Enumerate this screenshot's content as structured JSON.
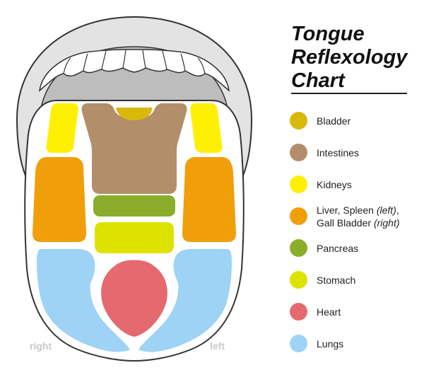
{
  "title": {
    "line1": "Tongue",
    "line2": "Reflexology",
    "line3": "Chart"
  },
  "side_labels": {
    "right": "right",
    "left": "left"
  },
  "legend": [
    {
      "label": "Bladder",
      "color": "#d8b80a"
    },
    {
      "label": "Intestines",
      "color": "#b28e6b"
    },
    {
      "label": "Kidneys",
      "color": "#fdf003"
    },
    {
      "label_line1_a": "Liver, Spleen ",
      "label_line1_b": "(left)",
      "label_line1_c": ",",
      "label_line2_a": "Gall Bladder ",
      "label_line2_b": "(right)",
      "color": "#f19e0b"
    },
    {
      "label": "Pancreas",
      "color": "#8aae2b"
    },
    {
      "label": "Stomach",
      "color": "#dee200"
    },
    {
      "label": "Heart",
      "color": "#e56a70"
    },
    {
      "label": "Lungs",
      "color": "#9fd3f5"
    }
  ],
  "colors": {
    "lip": "#e3e3e3",
    "mouth_inside": "#bdbdbd",
    "teeth": "#ffffff",
    "tongue": "#ffffff",
    "outline": "#333333"
  }
}
